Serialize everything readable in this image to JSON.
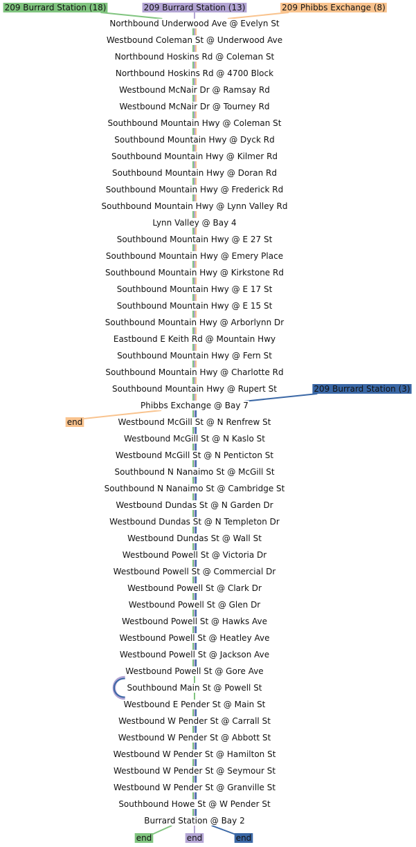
{
  "routes": [
    {
      "key": "green",
      "label": "209 Burrard Station (18)",
      "color": "#80c47f"
    },
    {
      "key": "purple",
      "label": "209 Burrard Station (13)",
      "color": "#b3a5d4"
    },
    {
      "key": "orange",
      "label": "209 Phibbs Exchange (8)",
      "color": "#f9c38e"
    },
    {
      "key": "blue",
      "label": "209 Burrard Station (3)",
      "color": "#3a67a5"
    }
  ],
  "stops": [
    "Northbound Underwood Ave @ Evelyn St",
    "Westbound Coleman St @ Underwood Ave",
    "Northbound Hoskins Rd @ Coleman St",
    "Northbound Hoskins Rd @ 4700 Block",
    "Westbound McNair Dr @ Ramsay Rd",
    "Westbound McNair Dr @ Tourney Rd",
    "Southbound Mountain Hwy @ Coleman St",
    "Southbound Mountain Hwy @ Dyck Rd",
    "Southbound Mountain Hwy @ Kilmer Rd",
    "Southbound Mountain Hwy @ Doran Rd",
    "Southbound Mountain Hwy @ Frederick Rd",
    "Southbound Mountain Hwy @ Lynn Valley Rd",
    "Lynn Valley @ Bay 4",
    "Southbound Mountain Hwy @ E 27 St",
    "Southbound Mountain Hwy @ Emery Place",
    "Southbound Mountain Hwy @ Kirkstone Rd",
    "Southbound Mountain Hwy @ E 17 St",
    "Southbound Mountain Hwy @ E 15 St",
    "Southbound Mountain Hwy @ Arborlynn Dr",
    "Eastbound E Keith Rd @ Mountain Hwy",
    "Southbound Mountain Hwy @ Fern St",
    "Southbound Mountain Hwy @ Charlotte Rd",
    "Southbound Mountain Hwy @ Rupert St",
    "Phibbs Exchange @ Bay 7",
    "Westbound McGill St @ N Renfrew St",
    "Westbound McGill St @ N Kaslo St",
    "Westbound McGill St @ N Penticton St",
    "Southbound N Nanaimo St @ McGill St",
    "Southbound N Nanaimo St @ Cambridge St",
    "Westbound Dundas St @ N Garden Dr",
    "Westbound Dundas St @ N Templeton Dr",
    "Westbound Dundas St @ Wall St",
    "Westbound Powell St @ Victoria Dr",
    "Westbound Powell St @ Commercial Dr",
    "Westbound Powell St @ Clark Dr",
    "Westbound Powell St @ Glen Dr",
    "Westbound Powell St @ Hawks Ave",
    "Westbound Powell St @ Heatley Ave",
    "Westbound Powell St @ Jackson Ave",
    "Westbound Powell St @ Gore Ave",
    "Southbound Main St @ Powell St",
    "Westbound E Pender St @ Main St",
    "Westbound W Pender St @ Carrall St",
    "Westbound W Pender St @ Abbott St",
    "Westbound W Pender St @ Hamilton St",
    "Westbound W Pender St @ Seymour St",
    "Westbound W Pender St @ Granville St",
    "Southbound Howe St @ W Pender St",
    "Burrard Station @ Bay 2"
  ],
  "end_labels": {
    "orange": "end",
    "green": "end",
    "purple": "end",
    "blue": "end"
  }
}
